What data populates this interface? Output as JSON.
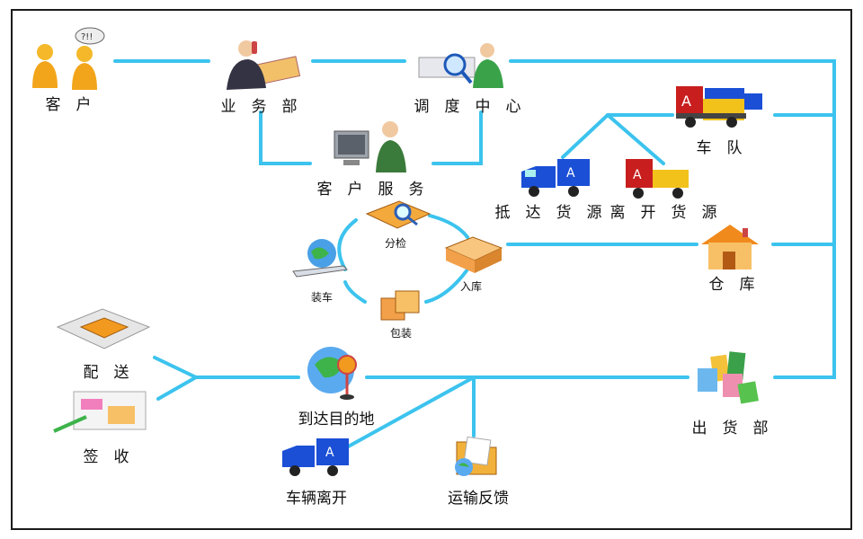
{
  "nodes": {
    "customer": "客　户",
    "business_dept": "业　务　部",
    "dispatch_center": "调　度　中　心",
    "customer_service": "客　户　服　务",
    "fleet": "车　队",
    "source_arrival": "抵　达　货　源",
    "source_departure": "离　开　货　源",
    "warehouse": "仓　库",
    "sorting": "分检",
    "inbound": "入库",
    "loading": "装车",
    "packing": "包装",
    "shipping_dept": "出　货　部",
    "destination": "到达目的地",
    "delivery": "配　送",
    "signoff": "签　收",
    "vehicle_departure": "车辆离开",
    "transport_feedback": "运输反馈"
  },
  "colors": {
    "line": "#3cc3ee",
    "truck_blue": "#1b4fd6",
    "truck_red": "#c81e1e",
    "truck_yellow": "#f2c21a",
    "orange": "#f29a1f"
  }
}
